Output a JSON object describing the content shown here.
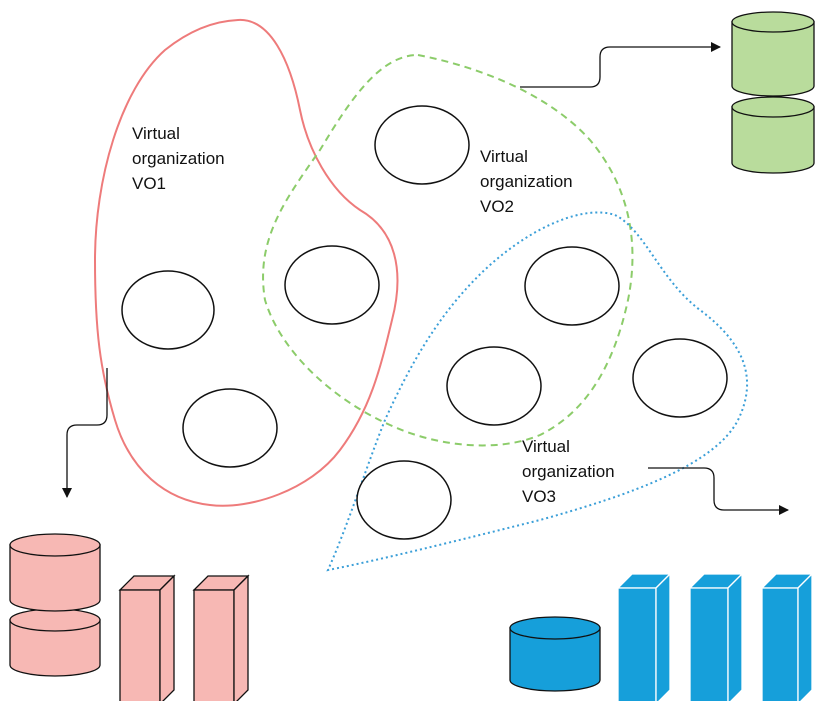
{
  "organizations": [
    {
      "id": "vo1",
      "lines": [
        "Virtual",
        "organization",
        "VO1"
      ],
      "color": "#ee7b7b",
      "style": "solid"
    },
    {
      "id": "vo2",
      "lines": [
        "Virtual",
        "organization",
        "VO2"
      ],
      "color": "#8ccc6a",
      "style": "dashed"
    },
    {
      "id": "vo3",
      "lines": [
        "Virtual",
        "organization",
        "VO3"
      ],
      "color": "#3b9fd8",
      "style": "dotted"
    }
  ],
  "resources": {
    "vo1": {
      "fill": "#f7b8b4"
    },
    "vo2": {
      "fill": "#b9dc9c"
    },
    "vo3": {
      "fill": "#169fda"
    }
  }
}
